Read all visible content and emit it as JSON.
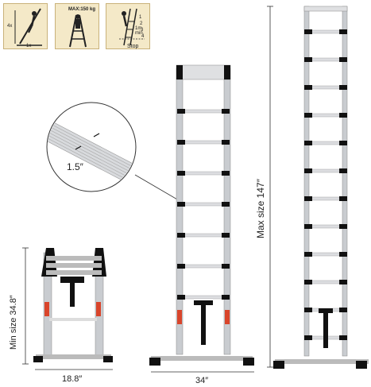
{
  "icons": {
    "ratio": {
      "vertical": "4x",
      "horizontal": "1x"
    },
    "load": {
      "label": "MAX:150 kg"
    },
    "stop": {
      "steps": [
        "1",
        "2",
        "3",
        "4"
      ],
      "min": "1m\nmin",
      "label": "Stop"
    }
  },
  "callout": {
    "label": "1.5″"
  },
  "dimensions": {
    "min_height": "Min size 34.8″",
    "min_width": "18.8″",
    "base_width": "34″",
    "max_height": "Max size 147″"
  },
  "colors": {
    "icon_bg": "#f4e9c8",
    "icon_border": "#c9b27a",
    "rail": "#c9ccd0",
    "black_parts": "#111111",
    "warning": "#d9452b"
  }
}
